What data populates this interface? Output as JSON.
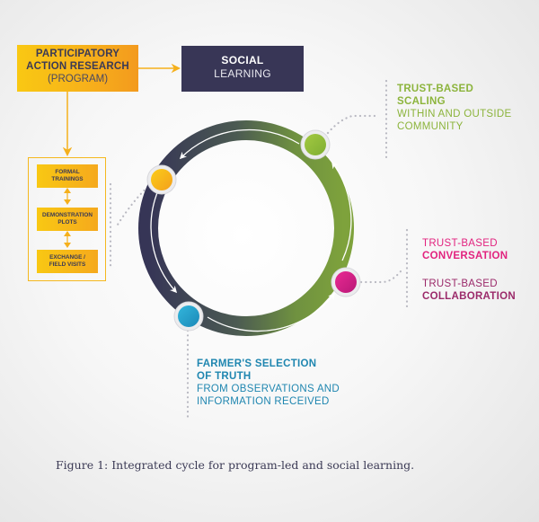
{
  "program_box": {
    "line1": "PARTICIPATORY",
    "line2": "ACTION RESEARCH",
    "line3": "(PROGRAM)"
  },
  "social_box": {
    "line1": "SOCIAL",
    "line2": "LEARNING"
  },
  "program_activities": [
    {
      "line1": "FORMAL",
      "line2": "TRAININGS"
    },
    {
      "line1": "DEMONSTRATION",
      "line2": "PLOTS"
    },
    {
      "line1": "EXCHANGE /",
      "line2": "FIELD VISITS"
    }
  ],
  "stages": {
    "scaling": {
      "title1": "TRUST-BASED",
      "title2": "SCALING",
      "sub1": "WITHIN AND OUTSIDE",
      "sub2": "COMMUNITY",
      "color": "#8cb43c"
    },
    "conversation": {
      "pre": "TRUST-BASED",
      "title": "CONVERSATION",
      "color": "#e2237f"
    },
    "collaboration": {
      "pre": "TRUST-BASED",
      "title": "COLLABORATION",
      "color": "#9b2a6a"
    },
    "selection": {
      "title1": "FARMER'S SELECTION",
      "title2": "OF TRUTH",
      "sub1": "FROM OBSERVATIONS AND",
      "sub2": "INFORMATION RECEIVED",
      "color": "#1f86b0"
    }
  },
  "node_colors": {
    "program": "#f7b718",
    "scaling": "#94bf3a",
    "conversation": "#e0238a",
    "selection": "#27a6cf"
  },
  "ring_colors": {
    "dark": "#363556",
    "green": "#789c3c"
  },
  "caption": "Figure 1: Integrated cycle for program-led and social learning."
}
